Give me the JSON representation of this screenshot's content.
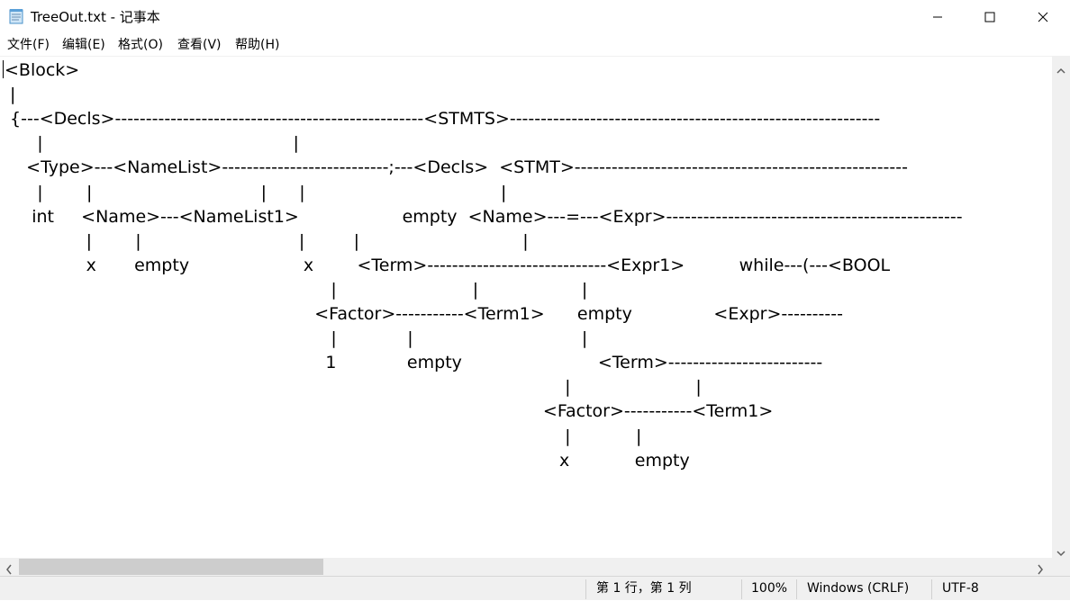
{
  "window": {
    "title": "TreeOut.txt - 记事本"
  },
  "menu": {
    "file": "文件(F)",
    "edit": "编辑(E)",
    "format": "格式(O)",
    "view": "查看(V)",
    "help": "帮助(H)"
  },
  "editor": {
    "lines": [
      "<Block>",
      " |",
      " {---<Decls>--------------------------------------------------<STMTS>------------------------------------------------------------",
      "      |                                              |",
      "    <Type>---<NameList>---------------------------;---<Decls>  <STMT>------------------------------------------------------",
      "      |        |                               |      |                                    |",
      "     int     <Name>---<NameList1>                   empty  <Name>---=---<Expr>------------------------------------------------",
      "               |        |                             |         |                              |",
      "               x       empty                     x        <Term>-----------------------------<Expr1>          while---(---<BOOL",
      "                                                            |                         |                   |",
      "                                                         <Factor>-----------<Term1>      empty               <Expr>----------",
      "                                                            |             |                               |",
      "                                                           1             empty                         <Term>-------------------------",
      "                                                                                                       |                       |",
      "                                                                                                   <Factor>-----------<Term1>",
      "                                                                                                       |            |",
      "                                                                                                      x            empty"
    ]
  },
  "status": {
    "position": "第 1 行，第 1 列",
    "zoom": "100%",
    "line_ending": "Windows (CRLF)",
    "encoding": "UTF-8"
  },
  "icons": {
    "app": "notepad-icon",
    "minimize": "minimize-icon",
    "maximize": "maximize-icon",
    "close": "close-icon"
  }
}
